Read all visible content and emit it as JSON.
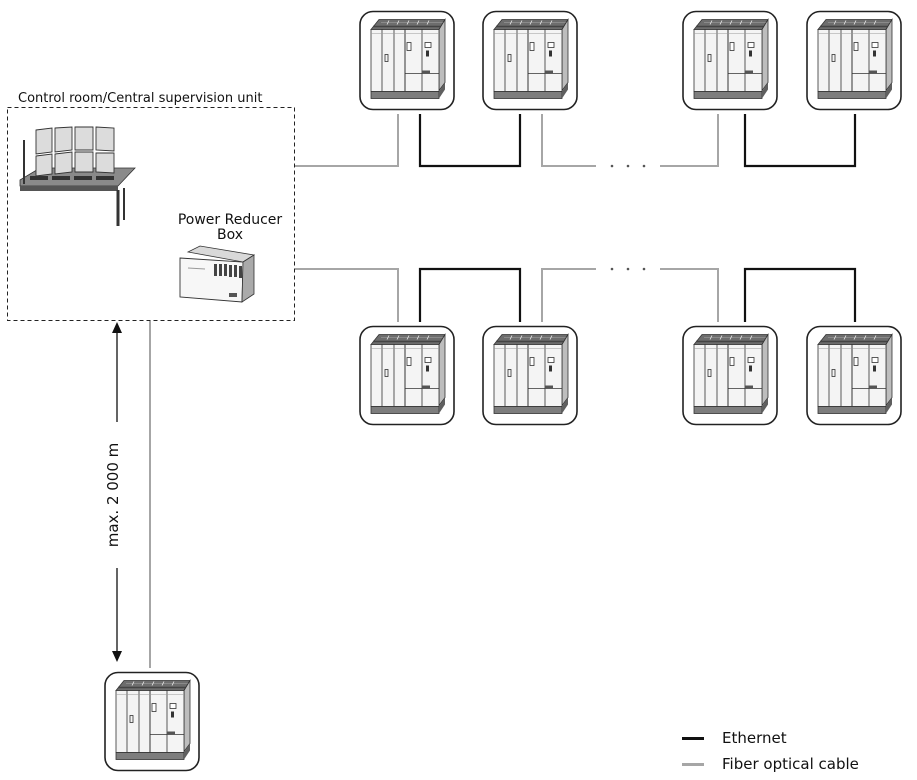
{
  "labels": {
    "control_room": "Control room/Central supervision unit",
    "power_reducer_box_line1": "Power Reducer",
    "power_reducer_box_line2": "Box",
    "distance": "max. 2 000 m"
  },
  "legend": {
    "ethernet": "Ethernet",
    "fiber": "Fiber optical cable"
  },
  "colors": {
    "ethernet": "#111111",
    "fiber": "#a6a6a6",
    "frame": "#222222",
    "inverter_roof": "#6d6d6d",
    "inverter_body": "#f4f4f4"
  }
}
